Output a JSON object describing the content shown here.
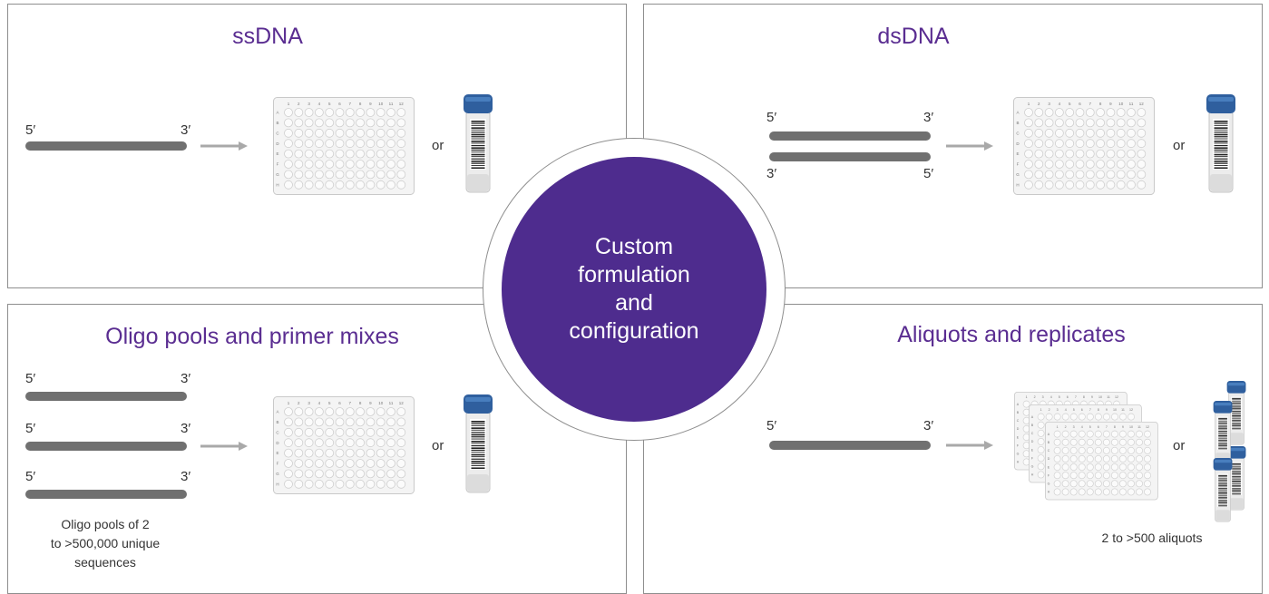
{
  "center": {
    "lines": [
      "Custom",
      "formulation",
      "and",
      "configuration"
    ]
  },
  "panels": {
    "ssdna": {
      "title": "ssDNA",
      "five": "5′",
      "three": "3′",
      "or": "or"
    },
    "dsdna": {
      "title": "dsDNA",
      "five": "5′",
      "three": "3′",
      "or": "or"
    },
    "oligo": {
      "title": "Oligo pools and primer mixes",
      "five": "5′",
      "three": "3′",
      "or": "or",
      "note": [
        "Oligo pools of 2",
        "to >500,000 unique",
        "sequences"
      ]
    },
    "aliquots": {
      "title": "Aliquots and replicates",
      "five": "5′",
      "three": "3′",
      "or": "or",
      "note": "2 to >500 aliquots"
    }
  },
  "plate": {
    "columns": [
      "1",
      "2",
      "3",
      "4",
      "5",
      "6",
      "7",
      "8",
      "9",
      "10",
      "11",
      "12"
    ],
    "rows": [
      "A",
      "B",
      "C",
      "D",
      "E",
      "F",
      "G",
      "H"
    ]
  },
  "colors": {
    "title": "#5a2d91",
    "hub": "#4e2c8e",
    "strand": "#707070",
    "arrow": "#a9a9a9",
    "cap": "#2f5f9e",
    "border": "#8e8e8e"
  }
}
